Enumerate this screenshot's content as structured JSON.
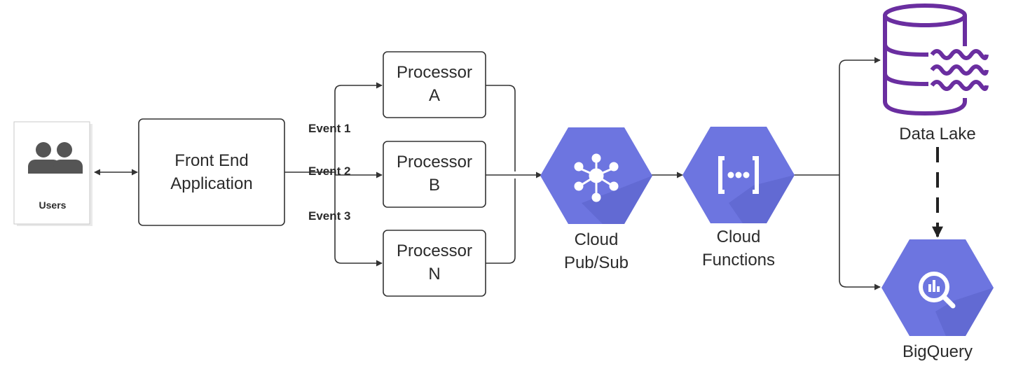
{
  "colors": {
    "stroke": "#333333",
    "gcp_hex": "#6d75e0",
    "gcp_hex_shade": "#5a61c9",
    "data_lake_purple": "#6a2ea0",
    "users_icon": "#555555"
  },
  "nodes": {
    "users": {
      "label": "Users",
      "icon": "users-icon"
    },
    "front_end": {
      "line1": "Front End",
      "line2": "Application"
    },
    "processor_a": {
      "line1": "Processor",
      "line2": "A"
    },
    "processor_b": {
      "line1": "Processor",
      "line2": "B"
    },
    "processor_n": {
      "line1": "Processor",
      "line2": "N"
    },
    "pubsub": {
      "line1": "Cloud",
      "line2": "Pub/Sub",
      "icon": "pubsub-icon"
    },
    "functions": {
      "line1": "Cloud",
      "line2": "Functions",
      "icon": "cloud-functions-icon"
    },
    "data_lake": {
      "label": "Data Lake",
      "icon": "data-lake-icon"
    },
    "bigquery": {
      "label": "BigQuery",
      "icon": "bigquery-icon"
    }
  },
  "events": {
    "event1": "Event 1",
    "event2": "Event 2",
    "event3": "Event 3"
  }
}
